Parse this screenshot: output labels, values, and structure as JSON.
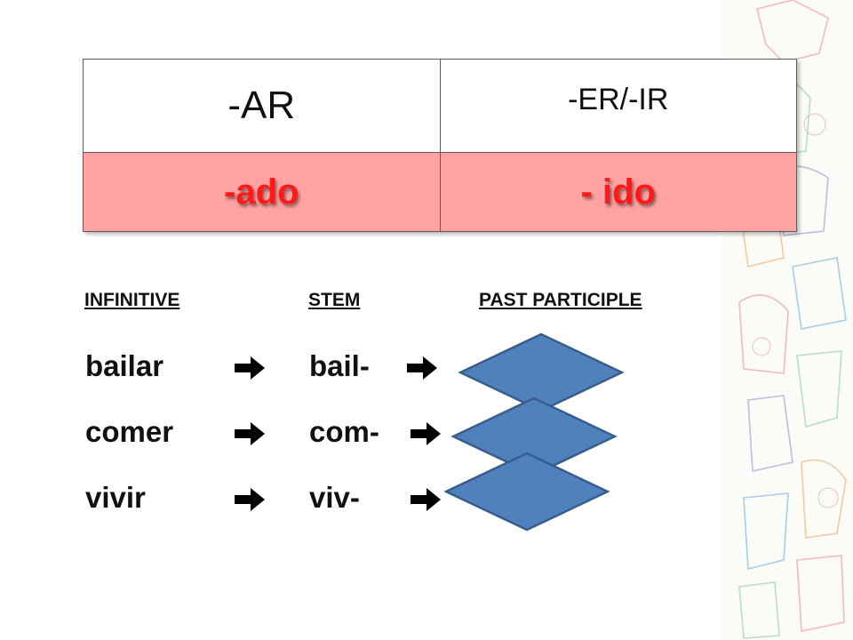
{
  "table": {
    "headers": [
      "-AR",
      "-ER/-IR"
    ],
    "endings": [
      "-ado",
      "- ido"
    ]
  },
  "columns": {
    "infinitive": "INFINITIVE",
    "stem": "STEM",
    "past_participle": "PAST PARTICIPLE"
  },
  "verbs": [
    {
      "infinitive": "bailar",
      "stem": "bail-"
    },
    {
      "infinitive": "comer",
      "stem": "com-"
    },
    {
      "infinitive": "vivir",
      "stem": "viv-"
    }
  ],
  "colors": {
    "ending_text": "#ff1a1a",
    "ending_row_bg": "#ffa2a2",
    "diamond_fill": "#4f81bd",
    "diamond_stroke": "#385d8a"
  }
}
